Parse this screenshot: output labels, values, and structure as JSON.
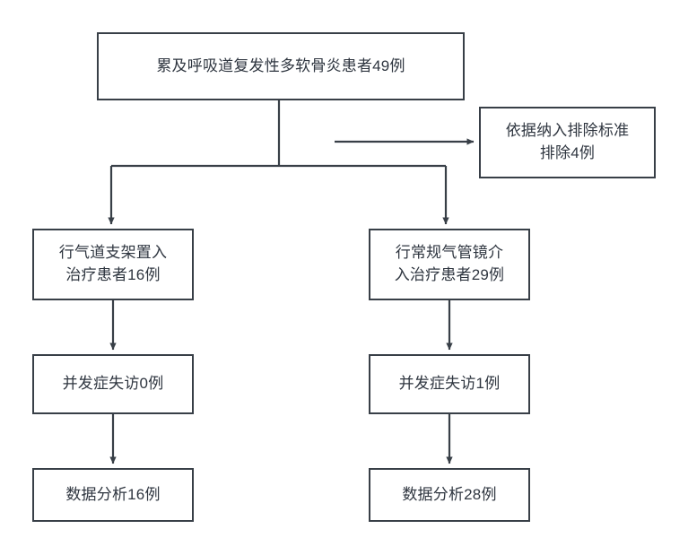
{
  "diagram": {
    "type": "flowchart",
    "title_visible": false,
    "orientation": "top-down",
    "stroke_color": "#383f47",
    "text_color": "#2f3640",
    "background_color": "#ffffff",
    "nodes": {
      "cohort": {
        "label": "累及呼吸道复发性多软骨炎患者49例",
        "count": 49
      },
      "excluded": {
        "label": "依据纳入排除标准\n排除4例",
        "count": 4
      },
      "stent": {
        "label": "行气道支架置入\n治疗患者16例",
        "count": 16
      },
      "bronchoscopy": {
        "label": "行常规气管镜介\n入治疗患者29例",
        "count": 29
      },
      "loss_left": {
        "label": "并发症失访0例",
        "count": 0
      },
      "loss_right": {
        "label": "并发症失访1例",
        "count": 1
      },
      "analysis_left": {
        "label": "数据分析16例",
        "count": 16
      },
      "analysis_right": {
        "label": "数据分析28例",
        "count": 28
      }
    },
    "edges": [
      {
        "from": "cohort",
        "to": "excluded",
        "style": "arrow-right"
      },
      {
        "from": "cohort",
        "to": "stent",
        "style": "arrow-down"
      },
      {
        "from": "cohort",
        "to": "bronchoscopy",
        "style": "arrow-down"
      },
      {
        "from": "stent",
        "to": "loss_left",
        "style": "arrow-down"
      },
      {
        "from": "bronchoscopy",
        "to": "loss_right",
        "style": "arrow-down"
      },
      {
        "from": "loss_left",
        "to": "analysis_left",
        "style": "arrow-down"
      },
      {
        "from": "loss_right",
        "to": "analysis_right",
        "style": "arrow-down"
      }
    ]
  }
}
